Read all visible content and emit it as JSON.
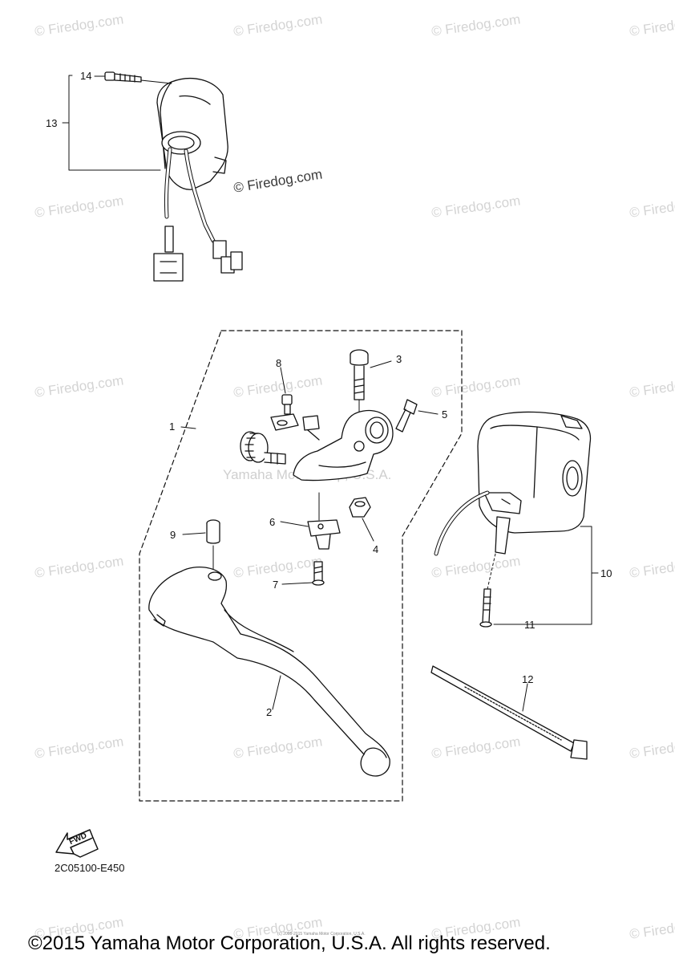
{
  "watermark_text": "© Firedog.com",
  "center_watermark": "Yamaha Motor Corp, U.S.A.",
  "callouts": {
    "n1": "1",
    "n2": "2",
    "n3": "3",
    "n4": "4",
    "n5": "5",
    "n6": "6",
    "n7": "7",
    "n8": "8",
    "n9": "9",
    "n10": "10",
    "n11": "11",
    "n12": "12",
    "n13": "13",
    "n14": "14"
  },
  "fwd_label": "FWD",
  "diagram_code": "2C05100-E450",
  "fine_print": "(c) 2005-2015 Yamaha Motor Corporation, U.S.A.",
  "copyright": "©2015 Yamaha Motor Corporation, U.S.A. All rights reserved."
}
